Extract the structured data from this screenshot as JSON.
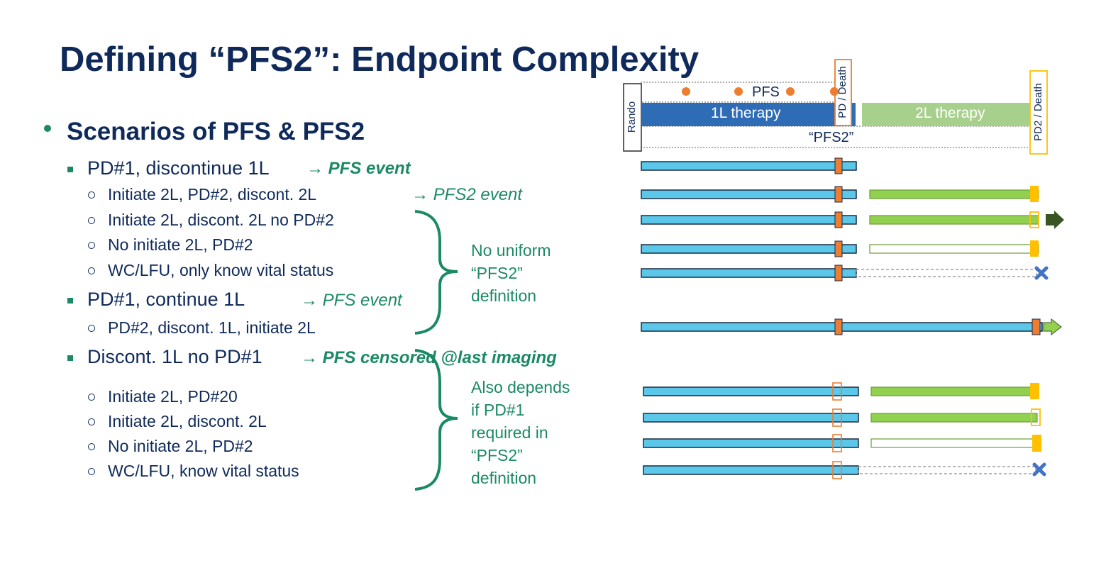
{
  "title": "Defining “PFS2”: Endpoint Complexity",
  "heading": "Scenarios of PFS & PFS2",
  "arrow_glyph": "→",
  "groups": [
    {
      "label": "PD#1, discontinue 1L",
      "event": "PFS event"
    },
    {
      "label": "PD#1, continue 1L",
      "event": "PFS event"
    },
    {
      "label": "Discont. 1L no PD#1",
      "event": "PFS censored @last imaging"
    }
  ],
  "items": [
    "Initiate 2L, PD#2, discont. 2L",
    "Initiate 2L, discont. 2L no PD#2",
    "No initiate 2L, PD#2",
    "WC/LFU, only know vital status",
    "PD#2, discont. 1L, initiate 2L",
    "Initiate 2L, PD#20",
    "Initiate 2L, discont. 2L",
    "No initiate 2L, PD#2",
    "WC/LFU, know vital status"
  ],
  "item1_event": "PFS2 event",
  "note1": [
    "No uniform",
    "“PFS2”",
    "definition"
  ],
  "note2": [
    "Also depends",
    "if PD#1",
    "required in",
    "“PFS2”",
    "definition"
  ],
  "legend": {
    "rando": "Rando",
    "pfs": "PFS",
    "l1": "1L therapy",
    "l2": "2L therapy",
    "pd_death": "PD / Death",
    "pd2_death": "PD2 / Death",
    "pfs2": "“PFS2”"
  },
  "colors": {
    "title": "#0f2a5a",
    "accent_green": "#1b8a63",
    "therapy_1l": "#2e6db5",
    "therapy_2l": "#a8d08d",
    "bar_1l": "#5bc8ea",
    "bar_2l": "#92d050",
    "pd_marker": "#ed7d31",
    "pd2_marker": "#ffc000",
    "death_x": "#4472c4",
    "arrow_dark": "#375623"
  }
}
